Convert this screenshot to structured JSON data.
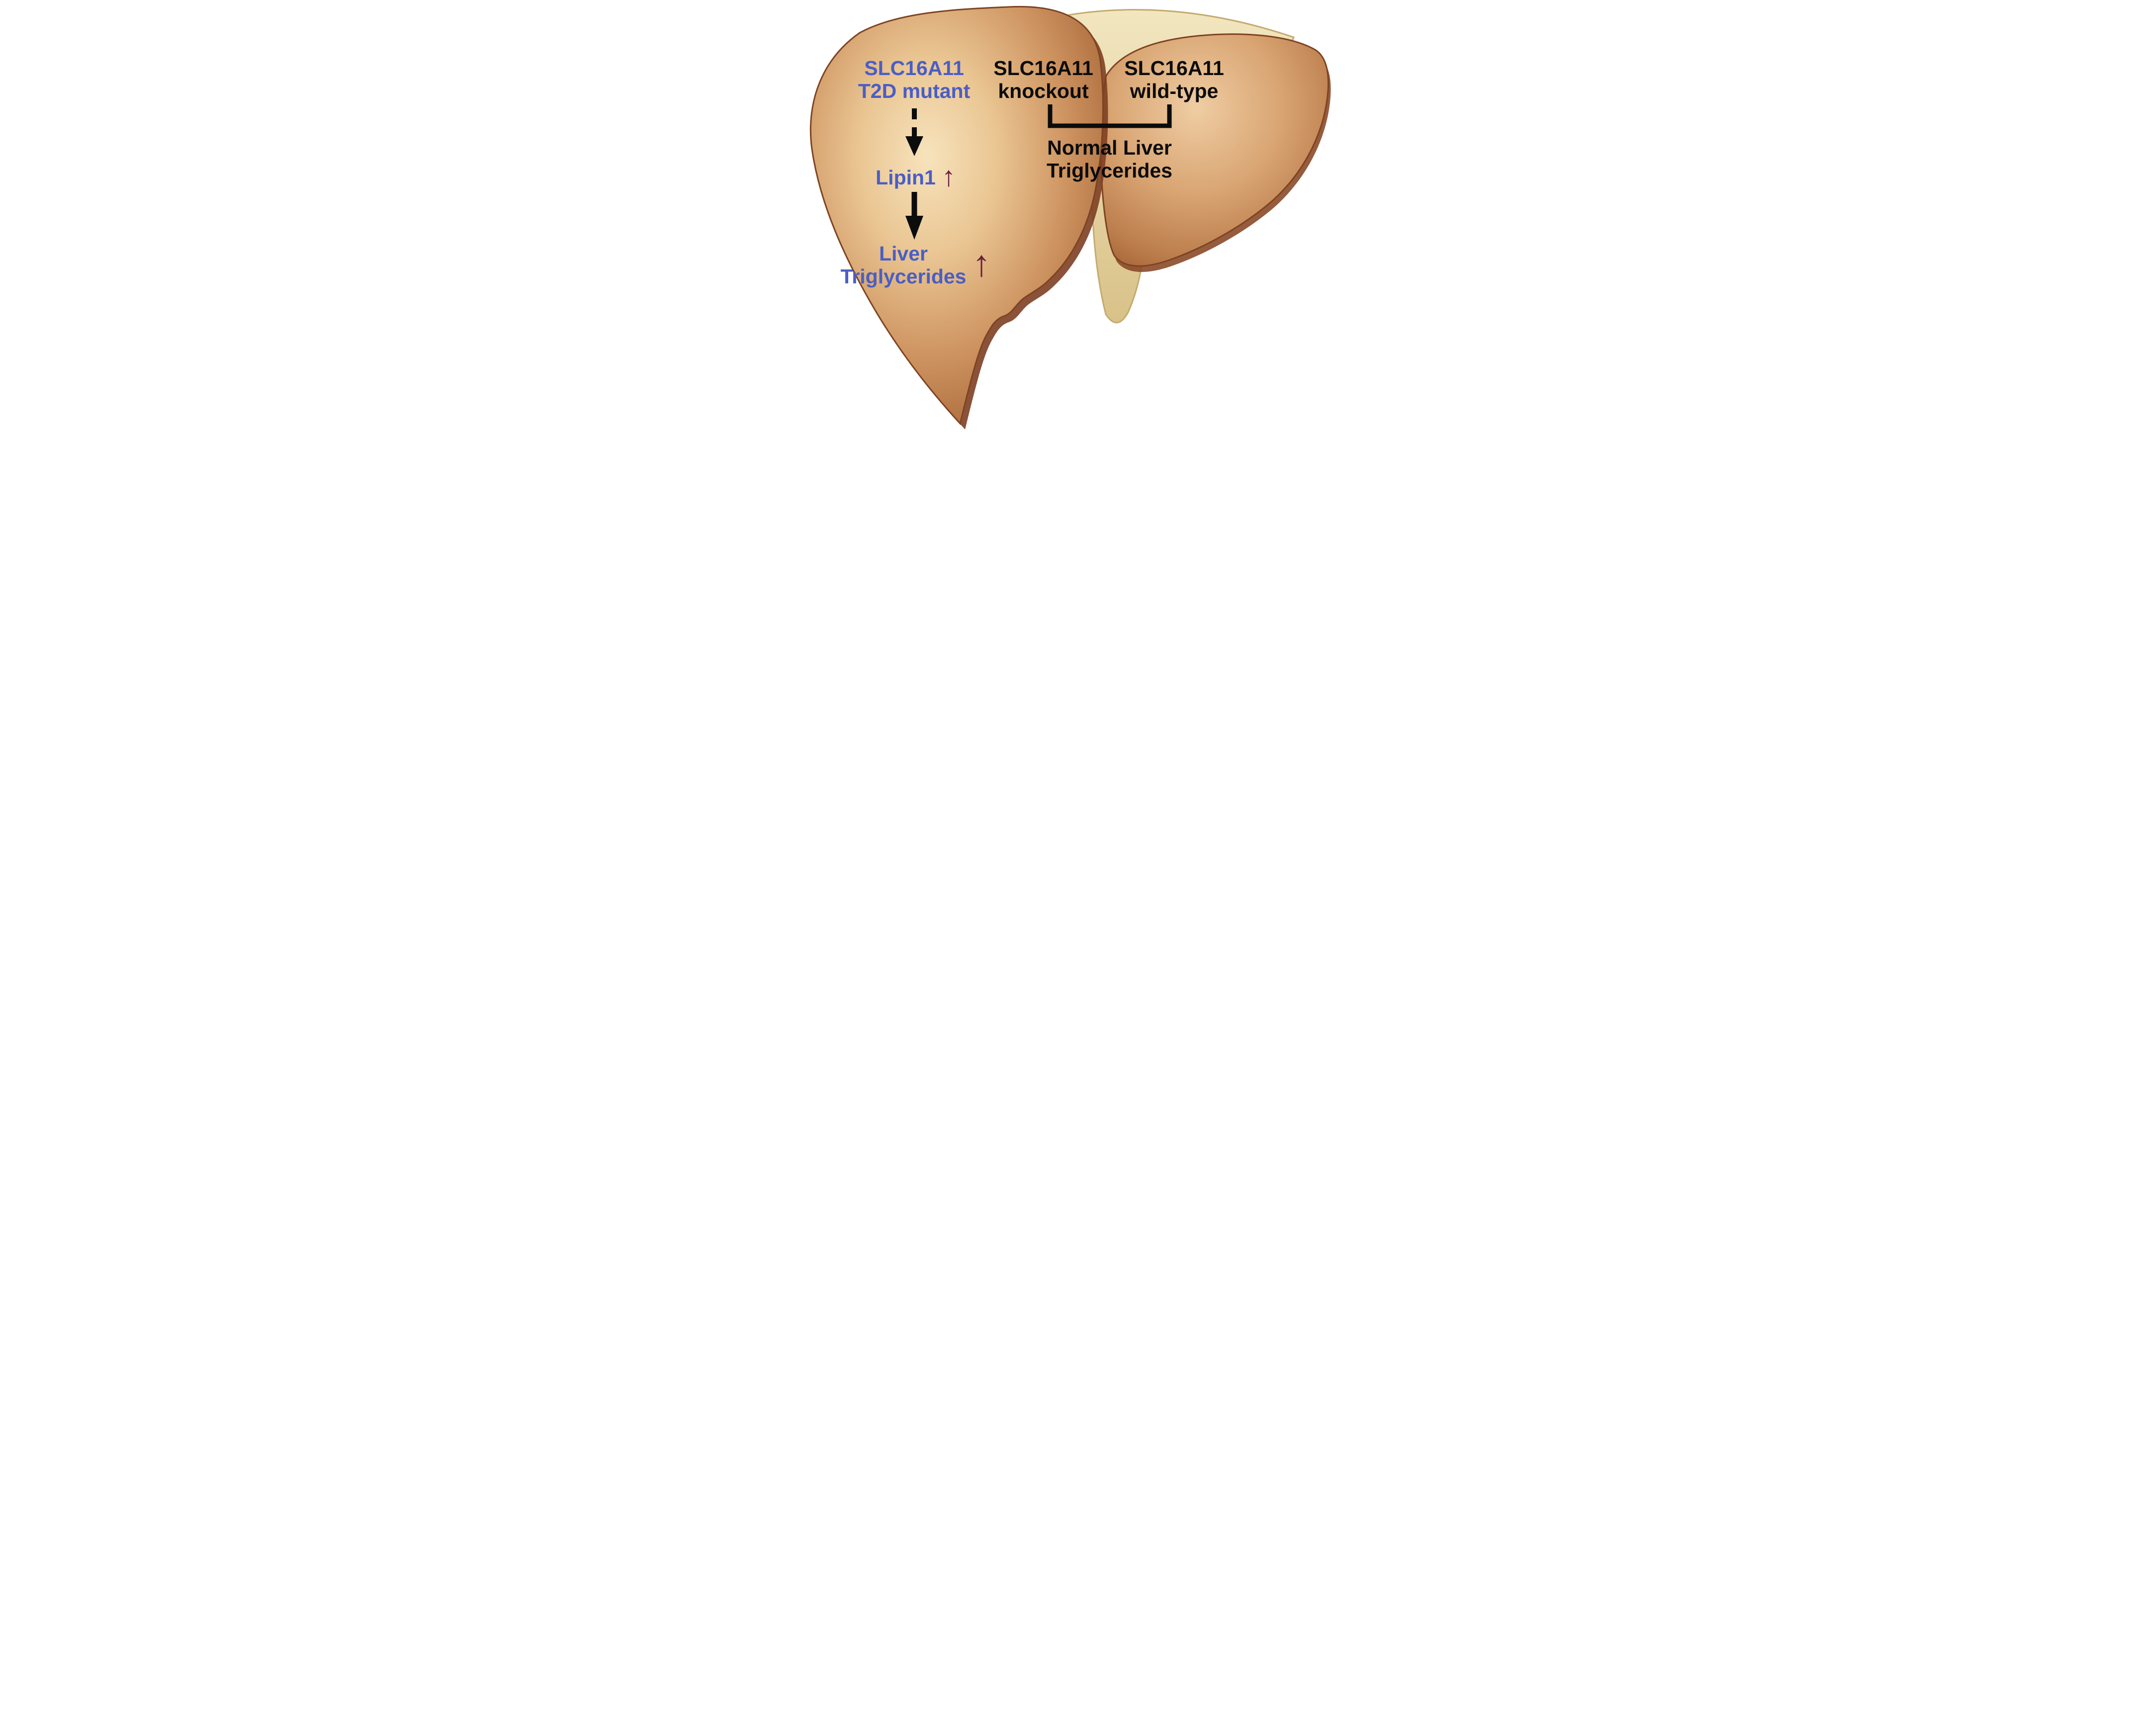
{
  "pathway": {
    "mutant": {
      "line1": "SLC16A11",
      "line2": "T2D mutant"
    },
    "lipin": {
      "label": "Lipin1",
      "arrow": "↑"
    },
    "liver_triglycerides": {
      "line1": "Liver",
      "line2": "Triglycerides",
      "arrow": "↑"
    }
  },
  "comparison": {
    "knockout": {
      "line1": "SLC16A11",
      "line2": "knockout"
    },
    "wildtype": {
      "line1": "SLC16A11",
      "line2": "wild-type"
    },
    "outcome": {
      "line1": "Normal Liver",
      "line2": "Triglycerides"
    }
  },
  "colors": {
    "mutant_text": "#4a5ec4",
    "black_text": "#0c0c0c",
    "up_arrow": "#6b2140",
    "liver_highlight": "#f7e3bc",
    "liver_mid": "#cf9663",
    "liver_edge": "#7e4322",
    "ligament": "#e9d9a8",
    "background": "#ffffff"
  }
}
